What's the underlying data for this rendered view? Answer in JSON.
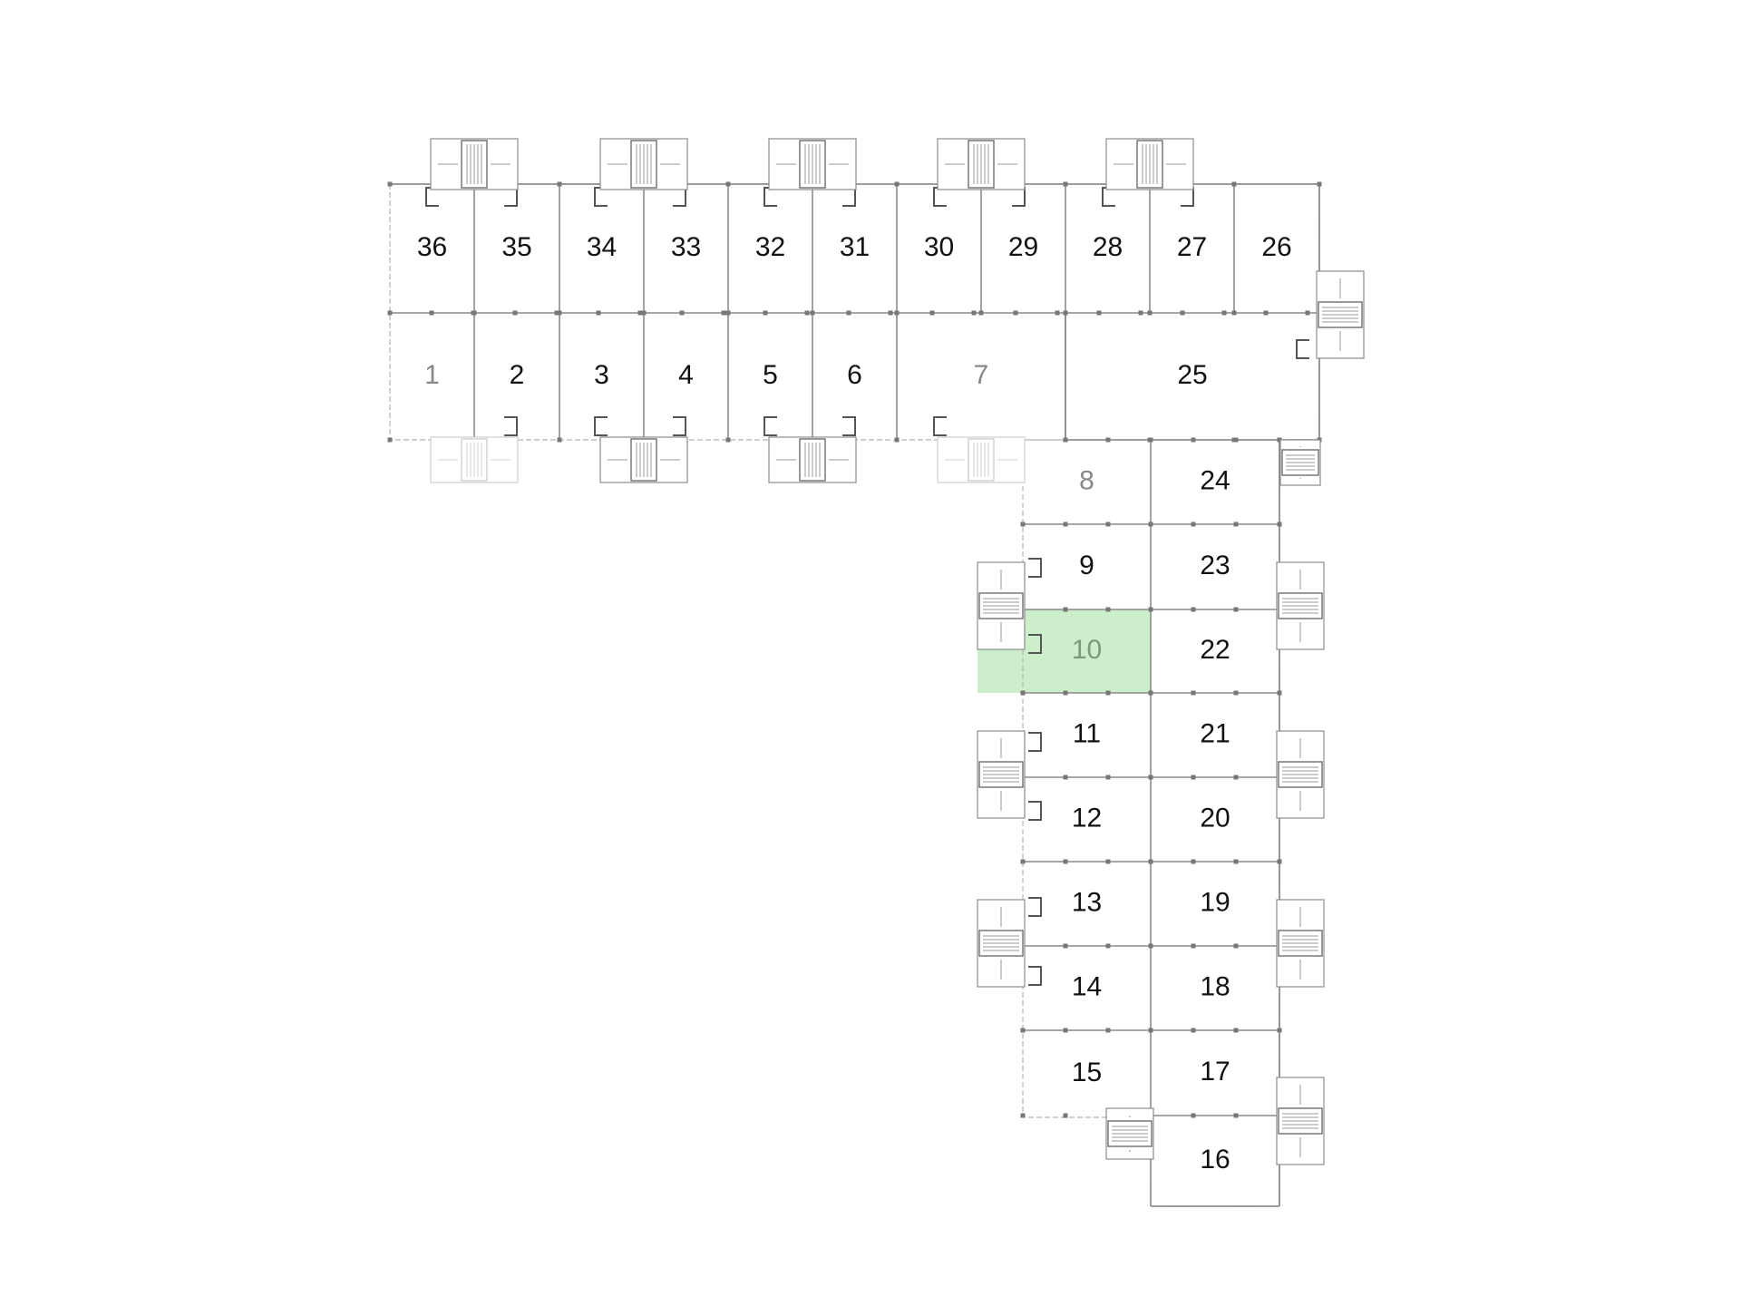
{
  "plan": {
    "highlight_color": "#cdeecb",
    "label_color_default": "#111111",
    "label_color_faded": "#888888",
    "label_color_selected": "#7a9a7a",
    "selected_unit": "10",
    "units": [
      {
        "id": "36",
        "label": "36",
        "state": "available"
      },
      {
        "id": "35",
        "label": "35",
        "state": "available"
      },
      {
        "id": "34",
        "label": "34",
        "state": "available"
      },
      {
        "id": "33",
        "label": "33",
        "state": "available"
      },
      {
        "id": "32",
        "label": "32",
        "state": "available"
      },
      {
        "id": "31",
        "label": "31",
        "state": "available"
      },
      {
        "id": "30",
        "label": "30",
        "state": "available"
      },
      {
        "id": "29",
        "label": "29",
        "state": "available"
      },
      {
        "id": "28",
        "label": "28",
        "state": "available"
      },
      {
        "id": "27",
        "label": "27",
        "state": "available"
      },
      {
        "id": "26",
        "label": "26",
        "state": "available"
      },
      {
        "id": "1",
        "label": "1",
        "state": "faded"
      },
      {
        "id": "2",
        "label": "2",
        "state": "available"
      },
      {
        "id": "3",
        "label": "3",
        "state": "available"
      },
      {
        "id": "4",
        "label": "4",
        "state": "available"
      },
      {
        "id": "5",
        "label": "5",
        "state": "available"
      },
      {
        "id": "6",
        "label": "6",
        "state": "available"
      },
      {
        "id": "7",
        "label": "7",
        "state": "faded"
      },
      {
        "id": "25",
        "label": "25",
        "state": "available"
      },
      {
        "id": "8",
        "label": "8",
        "state": "faded"
      },
      {
        "id": "24",
        "label": "24",
        "state": "available"
      },
      {
        "id": "9",
        "label": "9",
        "state": "available"
      },
      {
        "id": "23",
        "label": "23",
        "state": "available"
      },
      {
        "id": "10",
        "label": "10",
        "state": "selected"
      },
      {
        "id": "22",
        "label": "22",
        "state": "available"
      },
      {
        "id": "11",
        "label": "11",
        "state": "available"
      },
      {
        "id": "21",
        "label": "21",
        "state": "available"
      },
      {
        "id": "12",
        "label": "12",
        "state": "available"
      },
      {
        "id": "20",
        "label": "20",
        "state": "available"
      },
      {
        "id": "13",
        "label": "13",
        "state": "available"
      },
      {
        "id": "19",
        "label": "19",
        "state": "available"
      },
      {
        "id": "14",
        "label": "14",
        "state": "available"
      },
      {
        "id": "18",
        "label": "18",
        "state": "available"
      },
      {
        "id": "15",
        "label": "15",
        "state": "available"
      },
      {
        "id": "17",
        "label": "17",
        "state": "available"
      },
      {
        "id": "16",
        "label": "16",
        "state": "available"
      }
    ]
  }
}
